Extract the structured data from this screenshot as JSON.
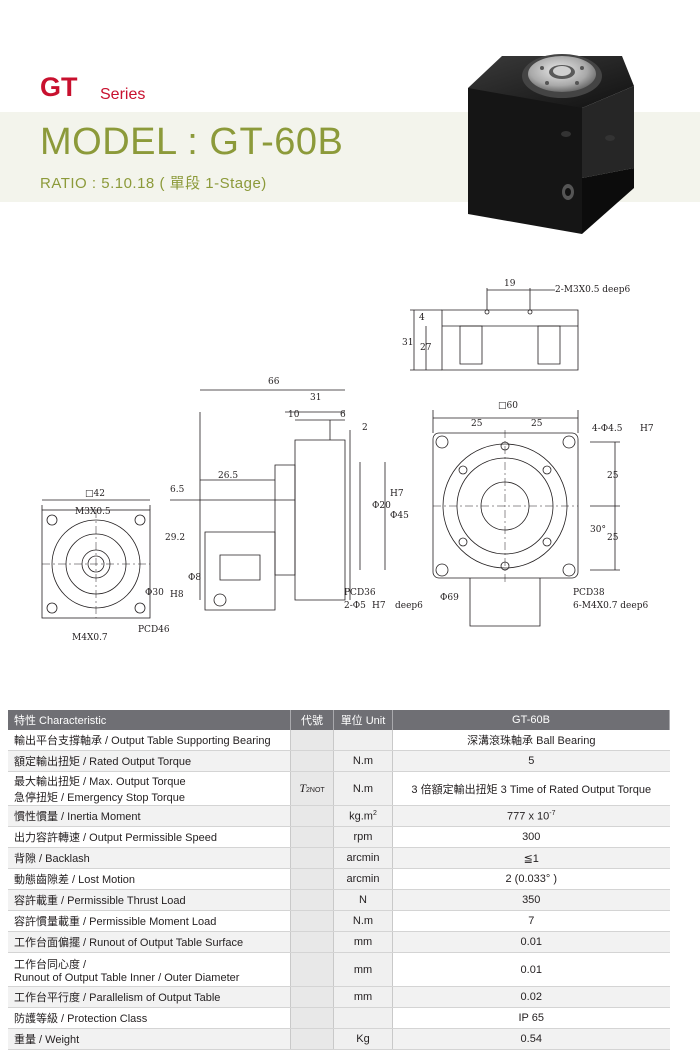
{
  "header": {
    "brand": "GT",
    "series": "Series",
    "model": "MODEL : GT-60B",
    "ratio": "RATIO : 5.10.18 ( 單段 1-Stage)"
  },
  "drawing": {
    "dims": {
      "d19": "19",
      "m3": "2-M3X0.5  deep6",
      "d4": "4",
      "d27": "27",
      "d31v": "31",
      "d66": "66",
      "d31": "31",
      "d10": "10",
      "d6": "6",
      "d2": "2",
      "d60": "□60",
      "d25a": "25",
      "d25b": "25",
      "hole": "4-Φ4.5",
      "h7a": "H7",
      "d265": "26.5",
      "d65": "6.5",
      "d42": "□42",
      "m3b": "M3X0.5",
      "d292": "29.2",
      "phi20": "Φ20",
      "phi45": "Φ45",
      "h7b": "H7",
      "d25c": "25",
      "d25d": "25",
      "deg30": "30°",
      "phi30": "Φ30",
      "h8": "H8",
      "phi8": "Φ8",
      "m4": "M4X0.7",
      "pcd46": "PCD46",
      "pcd36": "PCD36",
      "phi5": "2-Φ5",
      "h7c": "H7",
      "deep6": "deep6",
      "phi69": "Φ69",
      "pcd38": "PCD38",
      "m4b": "6-M4X0.7  deep6"
    }
  },
  "table": {
    "headers": [
      "特性 Characteristic",
      "代號",
      "單位 Unit",
      "GT-60B"
    ],
    "rows": [
      {
        "char": "輸出平台支撐軸承 / Output Table Supporting Bearing",
        "code": "",
        "unit": "",
        "value": "深溝滾珠軸承 Ball Bearing"
      },
      {
        "char": "額定輸出扭矩 / Rated Output Torque",
        "code": "",
        "unit": "N.m",
        "value": "5"
      },
      {
        "char": "最大輸出扭矩 / Max. Output Torque",
        "char2": "急停扭矩 / Emergency Stop Torque",
        "code": "T",
        "code_sub": "2NOT",
        "unit": "N.m",
        "value": "3 倍額定輸出扭矩 3 Time of Rated Output Torque"
      },
      {
        "char": "慣性慣量 / Inertia Moment",
        "code": "",
        "unit": "kg.m",
        "unit_sup": "2",
        "value": "777 x 10",
        "value_sup": "-7"
      },
      {
        "char": "出力容許轉速 / Output Permissible Speed",
        "code": "",
        "unit": "rpm",
        "value": "300"
      },
      {
        "char": "背隙 / Backlash",
        "code": "",
        "unit": "arcmin",
        "value": "≦1"
      },
      {
        "char": "動態齒隙差 / Lost Motion",
        "code": "",
        "unit": "arcmin",
        "value": "2 (0.033° )"
      },
      {
        "char": "容許載重 / Permissible Thrust Load",
        "code": "",
        "unit": "N",
        "value": "350"
      },
      {
        "char": "容許慣量載重 / Permissible Moment Load",
        "code": "",
        "unit": "N.m",
        "value": "7"
      },
      {
        "char": "工作台面偏擺 / Runout of Output Table Surface",
        "code": "",
        "unit": "mm",
        "value": "0.01"
      },
      {
        "char": "工作台同心度 /",
        "char2": "Runout of Output Table Inner / Outer Diameter",
        "code": "",
        "unit": "mm",
        "value": "0.01"
      },
      {
        "char": "工作台平行度 / Parallelism of Output Table",
        "code": "",
        "unit": "mm",
        "value": "0.02"
      },
      {
        "char": "防護等級 / Protection Class",
        "code": "",
        "unit": "",
        "value": "IP 65"
      },
      {
        "char": "重量 / Weight",
        "code": "",
        "unit": "Kg",
        "value": "0.54"
      }
    ]
  },
  "colors": {
    "brand_red": "#c8102e",
    "olive": "#8c9a3a",
    "table_header": "#6f6f74"
  }
}
